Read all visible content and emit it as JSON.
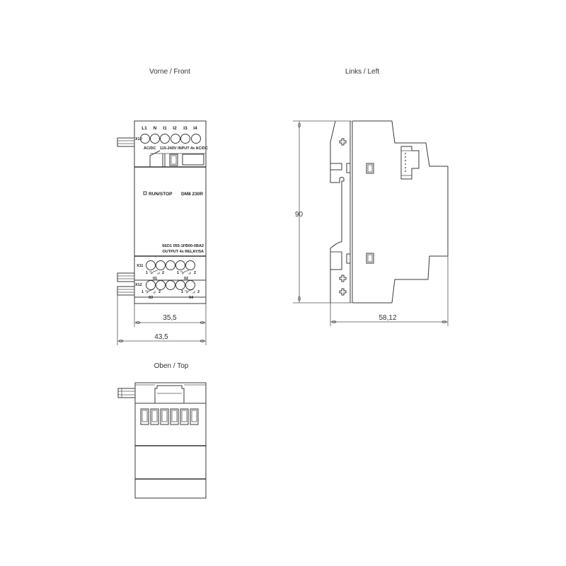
{
  "views": {
    "front": {
      "title": "Vorne / Front",
      "input_terminals": [
        "L1",
        "N",
        "I1",
        "I2",
        "I3",
        "I4"
      ],
      "input_connector": "X10",
      "supply_label": "AC/DC",
      "input_spec": "115-240V INPUT 4x AC/DC",
      "run_stop_label": "RUN/STOP",
      "model": "DM8 230R",
      "order_number": "6ED1 055-1FB00-0BA2",
      "output_spec": "OUTPUT 4x RELAY/5A",
      "output_connector_1": "X11",
      "output_connector_2": "X12",
      "outputs": [
        {
          "label": "01",
          "pin1": "1",
          "pin2": "2"
        },
        {
          "label": "02",
          "pin1": "1",
          "pin2": "2"
        },
        {
          "label": "03",
          "pin1": "1",
          "pin2": "2"
        },
        {
          "label": "04",
          "pin1": "1",
          "pin2": "2"
        }
      ],
      "dim_inner": "35,5",
      "dim_outer": "43,5"
    },
    "left": {
      "title": "Links / Left",
      "dim_height": "90",
      "dim_depth": "58,12"
    },
    "top": {
      "title": "Oben / Top"
    }
  },
  "colors": {
    "line": "#3a3a3a",
    "background": "#ffffff"
  }
}
